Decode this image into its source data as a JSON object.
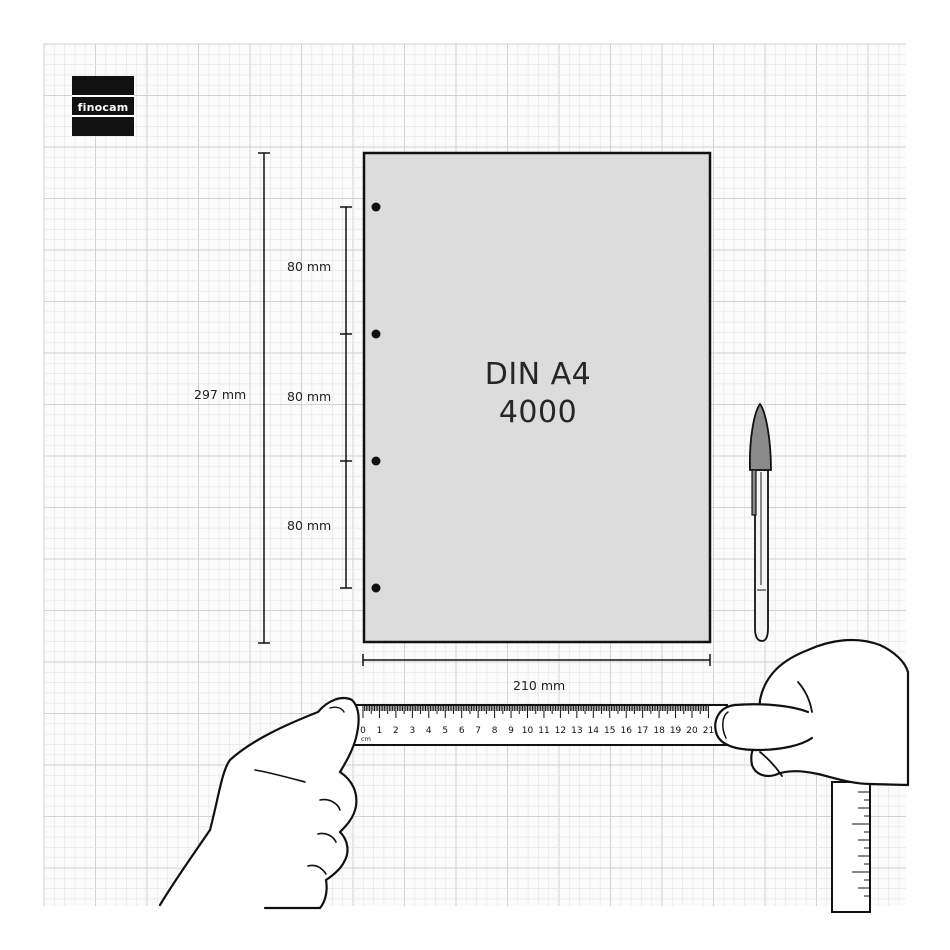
{
  "brand": {
    "logo_text": "finocam"
  },
  "sheet": {
    "line1": "DIN A4",
    "line2": "4000"
  },
  "dimensions": {
    "height_label": "297 mm",
    "spacing_labels": [
      "80 mm",
      "80 mm",
      "80 mm"
    ],
    "width_label": "210 mm"
  },
  "ruler": {
    "unit": "cm",
    "ticks": [
      "0",
      "1",
      "2",
      "3",
      "4",
      "5",
      "6",
      "7",
      "8",
      "9",
      "10",
      "11",
      "12",
      "13",
      "14",
      "15",
      "16",
      "17",
      "18",
      "19",
      "20",
      "21"
    ]
  },
  "colors": {
    "sheet_fill": "#dcdcdc",
    "grid_minor": "#e6e6e6",
    "grid_major": "#d2d2d2",
    "ink": "#111111",
    "pen_cap": "#8a8a8a"
  },
  "icons": {
    "pen": "ballpoint-pen-icon",
    "hands": "hand-icon"
  }
}
